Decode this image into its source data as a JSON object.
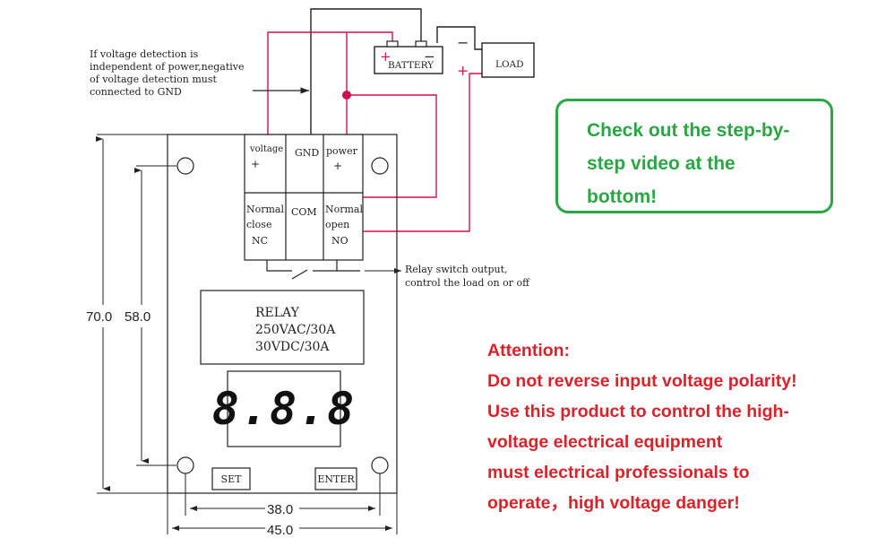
{
  "note": {
    "lines": [
      "If voltage detection  is",
      "independent of power,negative",
      "of voltage detection  must",
      "connected to GND"
    ]
  },
  "battery": {
    "label": "BATTERY",
    "plus": "+",
    "minus": "−"
  },
  "load": {
    "label": "LOAD",
    "plus": "+",
    "minus": "−"
  },
  "terminals": {
    "top": [
      {
        "lines": [
          "voltage",
          "+"
        ]
      },
      {
        "lines": [
          "GND"
        ]
      },
      {
        "lines": [
          "power",
          "+"
        ]
      }
    ],
    "bottom": [
      {
        "lines": [
          "Normal",
          "close",
          "NC"
        ]
      },
      {
        "lines": [
          "COM"
        ]
      },
      {
        "lines": [
          "Normal",
          "open",
          "NO"
        ]
      }
    ]
  },
  "relay_note": {
    "lines": [
      "Relay switch output,",
      "control the load on or off"
    ]
  },
  "relay_box": {
    "lines": [
      "RELAY",
      "250VAC/30A",
      "30VDC/30A"
    ]
  },
  "display": {
    "value": "8.8.8"
  },
  "buttons": {
    "set": "SET",
    "enter": "ENTER"
  },
  "dimensions": {
    "height_outer": "70.0",
    "height_inner": "58.0",
    "width_inner": "38.0",
    "width_outer": "45.0"
  },
  "callout": {
    "lines": [
      "Check out the step-by-",
      "step video at the",
      "bottom!"
    ],
    "color": "#2aa744"
  },
  "attention": {
    "lines": [
      "Attention:",
      "Do not reverse input voltage polarity!",
      "Use this product to control the high-",
      "voltage electrical equipment",
      "must electrical professionals to",
      "operate，high voltage danger!"
    ],
    "color": "#d8232a"
  },
  "colors": {
    "wire": "#d0104c",
    "line": "#222222"
  }
}
